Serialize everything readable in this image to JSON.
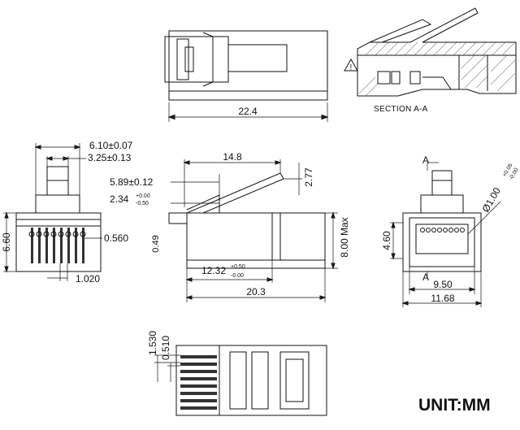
{
  "drawing": {
    "section_label": "SECTION A-A",
    "warning_symbol": "!",
    "section_marker": "A",
    "unit_label": "UNIT:MM"
  },
  "top_view": {
    "width": "22.4"
  },
  "front_view": {
    "pin_width": "6.10±0.07",
    "tab_width": "3.25±0.13",
    "height": "6.60",
    "pin_height": "0.560",
    "pitch": "1.020"
  },
  "side_view": {
    "length_top": "14.8",
    "tab_offset": "5.89±0.12",
    "latch_main": "2.34",
    "latch_tol_upper": "+0.00",
    "latch_tol_lower": "-0.50",
    "latch_angle": "2.77",
    "left_height": "0.49",
    "height_max": "8.00 Max",
    "entry_main": "12.32",
    "entry_tol_upper": "+0.50",
    "entry_tol_lower": "-0.00",
    "total_length": "20.3"
  },
  "rear_view": {
    "marker_top": "A",
    "marker_bottom": "A",
    "hole_main": "Ø1.00",
    "hole_tol_upper": "+0.05",
    "hole_tol_lower": "-0.00",
    "height": "4.60",
    "inner_width": "9.50",
    "outer_width": "11.68"
  },
  "bottom_view": {
    "slot_a": "1.530",
    "slot_b": "0.510"
  },
  "colors": {
    "line": "#111111",
    "background": "#ffffff"
  }
}
